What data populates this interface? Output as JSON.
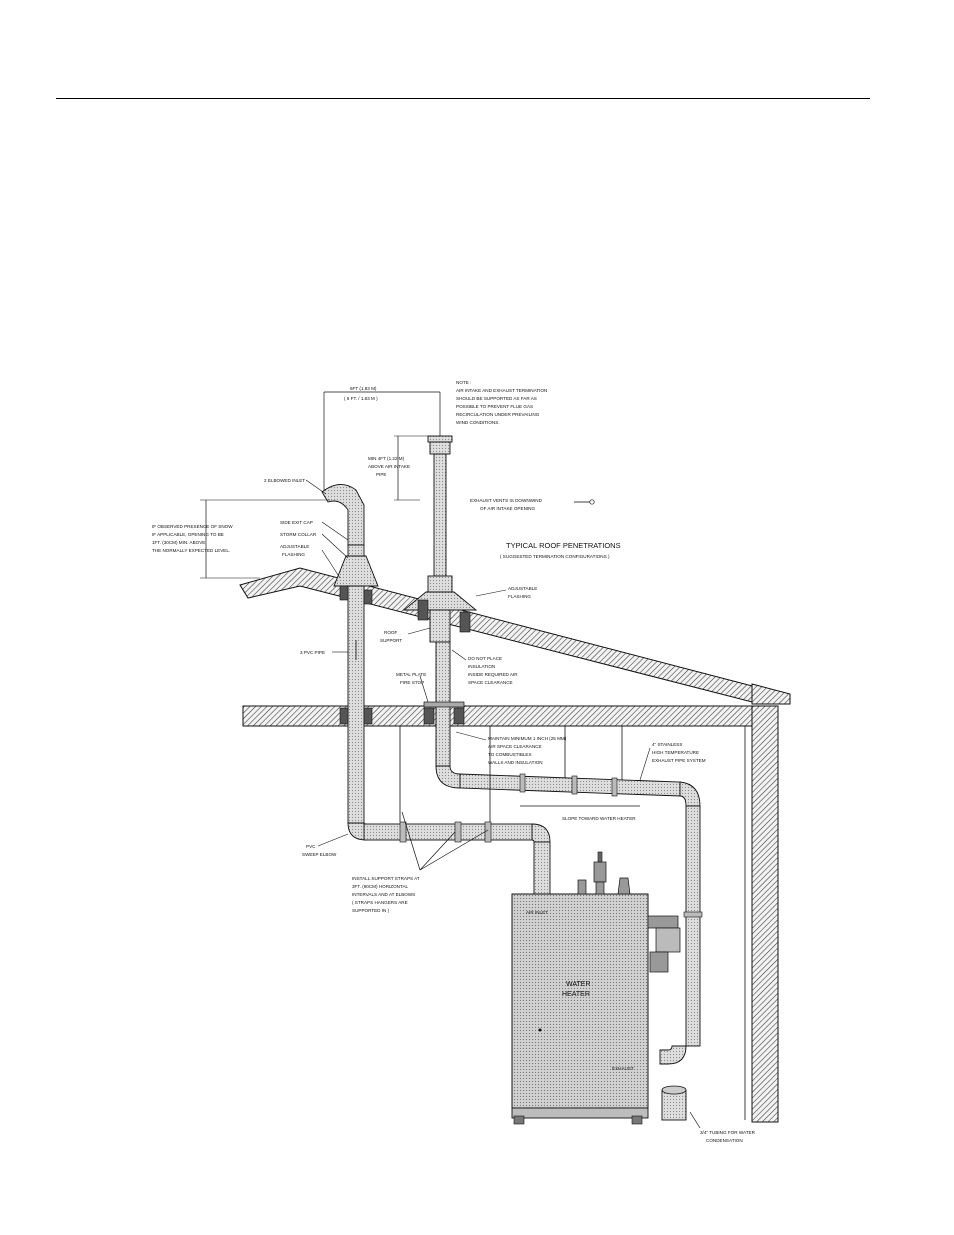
{
  "diagram": {
    "title": "TYPICAL ROOF PENETRATIONS",
    "subtitle": "( SUGGESTED TERMINATION CONFIGURATIONS )",
    "heater_label_1": "WATER",
    "heater_label_2": "HEATER",
    "labels": {
      "dimension_top_1": "6FT (1.83 M)",
      "dimension_top_2": "( 6 FT. / 1.83 M )",
      "note_1": "NOTE :",
      "note_2": "AIR INTAKE AND EXHAUST TERMINATION",
      "note_3": "SHOULD BE SUPPORTED AS FAR AS",
      "note_4": "POSSIBLE TO PREVENT FLUE GAS",
      "note_5": "RECIRCULATION UNDER PREVAILING",
      "note_6": "WIND CONDITIONS.",
      "min_height_1": "MIN 4FT (1.22 M)",
      "min_height_2": "ABOVE AIR INTAKE",
      "min_height_3": "PIPE",
      "air_intake_1": "2 ELBOWED INLET",
      "snow_1": "IF OBSERVED PRESENCE OF SNOW",
      "snow_2": "IF APPLICABLE, OPENING TO BE",
      "snow_3": "1FT. (30CM) MIN. ABOVE",
      "snow_4": "THE NORMALLY EXPECTED LEVEL.",
      "rain_cap": "SIDE EXIT CAP",
      "storm_collar": "STORM COLLAR",
      "adj_flashing_1": "ADJUSTABLE",
      "adj_flashing_2": "FLASHING",
      "exhaust_1": "EXHAUST VENTS IS DOWNWIND",
      "exhaust_2": "OF AIR INTAKE OPENING",
      "flashing_r_1": "ADJUSTABLE",
      "flashing_r_2": "FLASHING",
      "roof_support_1": "ROOF",
      "roof_support_2": "SUPPORT",
      "pvc_pipe": "3 PVC PIPE",
      "no_insulation_1": "DO NOT PLACE",
      "no_insulation_2": "INSULATION",
      "no_insulation_3": "INSIDE REQUIRED AIR",
      "no_insulation_4": "SPACE CLEARANCE",
      "metal_plate_1": "METAL PLATE",
      "metal_plate_2": "FIRE STOP",
      "clearance_1": "MAINTAIN MINIMUM 1 INCH (25 MM)",
      "clearance_2": "AIR SPACE CLEARANCE",
      "clearance_3": "TO COMBUSTIBLES",
      "clearance_4": "WALLS AND INSULATION",
      "stainless_1": "4\" STAINLESS",
      "stainless_2": "HIGH TEMPERATURE",
      "stainless_3": "EXHAUST PIPE SYSTEM",
      "slope": "SLOPE TOWARD WATER HEATER",
      "pvc_elbow_1": "PVC",
      "pvc_elbow_2": "SWEEP ELBOW",
      "supports_1": "INSTALL SUPPORT STRAPS AT",
      "supports_2": "3FT. (90CM) HORIZONTAL",
      "supports_3": "INTERVALS AND AT ELBOWS",
      "supports_4": "( STRAPS HANGERS ARE",
      "supports_5": "SUPPORTED IN )",
      "air_inlet": "AIR INLET",
      "exhaust_port": "EXHAUST",
      "drain_1": "3/4\" TUBING FOR WATER",
      "drain_2": "CONDENSATION"
    },
    "colors": {
      "line": "#111111",
      "hatch": "#222222",
      "pipe_fill": "#d9d9d9",
      "heater_fill": "#cfcfcf"
    }
  }
}
